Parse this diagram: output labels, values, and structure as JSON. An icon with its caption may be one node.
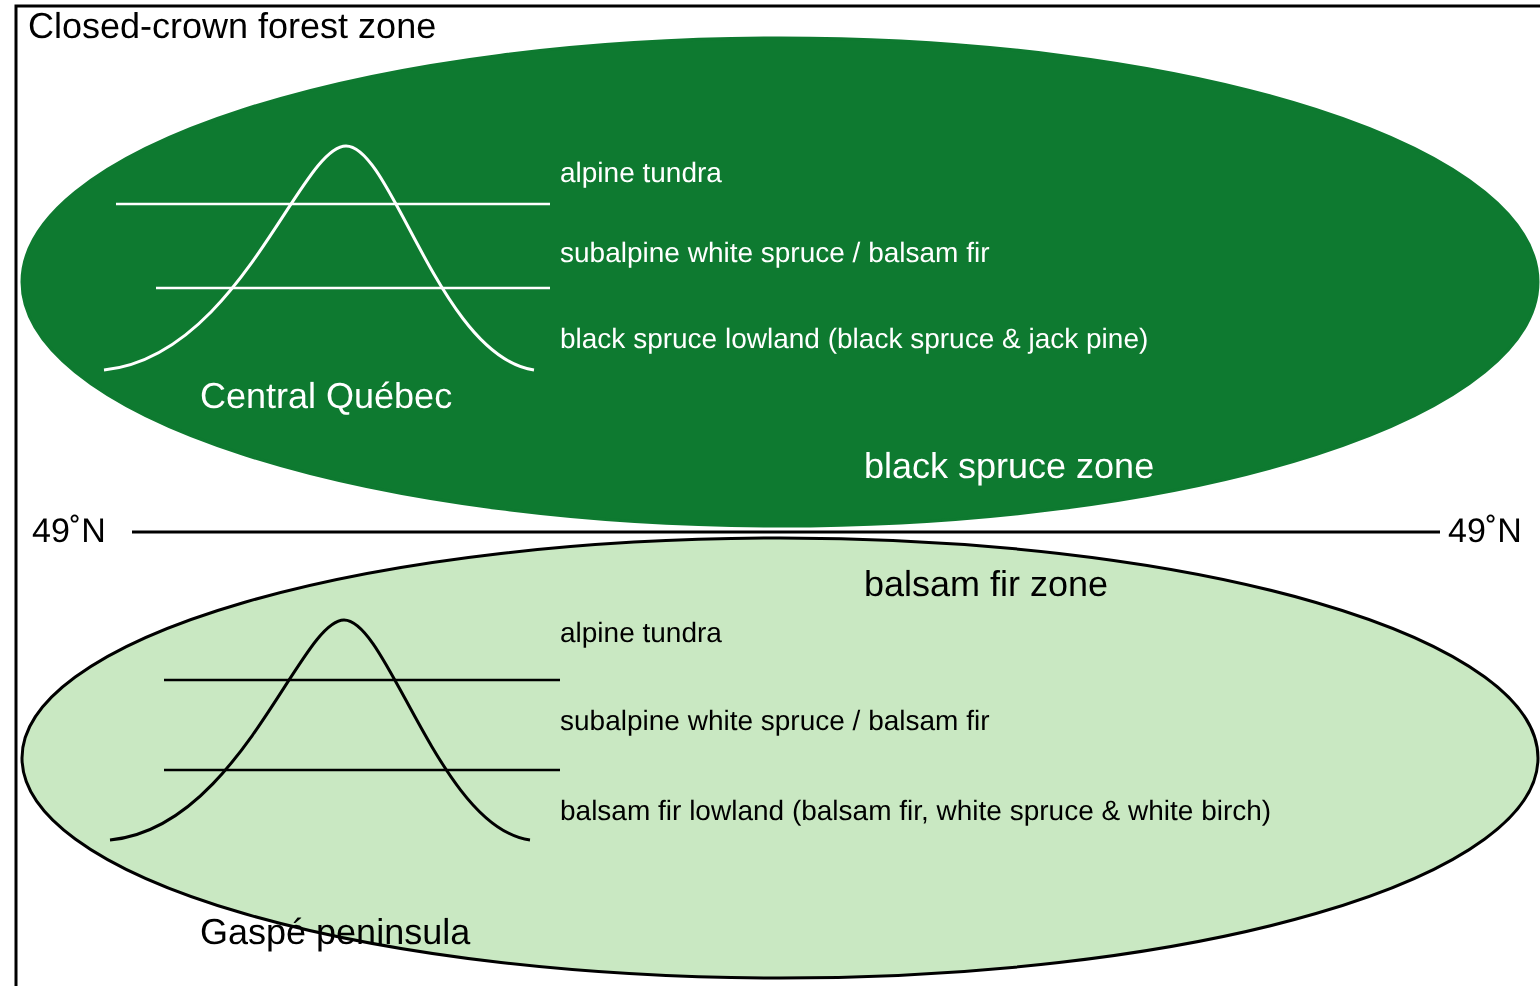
{
  "diagram": {
    "title": "Closed-crown forest zone",
    "nodes": [
      {
        "text": [
          "alpine tundra",
          "subalpine white spruce / balsam fir",
          "black spruce lowland (black spruce & jack pine)",
          "Central Québec",
          "black spruce zone"
        ]
      },
      {
        "text": [
          "balsam fir zone",
          "alpine tundra",
          "subalpine white spruce / balsam fir",
          "balsam fir lowland (balsam fir, white spruce & white birch)",
          "Gaspé peninsula"
        ]
      }
    ],
    "labels": [
      "49˚N",
      "49˚N"
    ]
  }
}
